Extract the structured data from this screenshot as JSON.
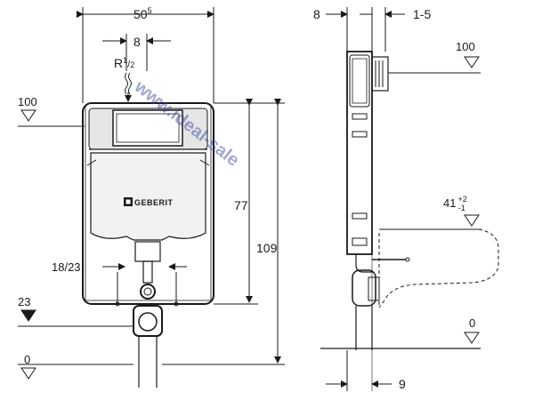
{
  "front_view": {
    "width_label": "50",
    "width_sup": "5",
    "pipe_width_label": "8",
    "water_inlet_label": "R",
    "water_inlet_fraction_num": "1",
    "water_inlet_fraction_den": "2",
    "height_inner_label": "77",
    "height_total_label": "109",
    "drain_label": "18/23",
    "level_top_label": "100",
    "level_drain_label": "23",
    "level_floor_label": "0",
    "brand_logo_text": "GEBERIT"
  },
  "side_view": {
    "depth_left_label": "8",
    "depth_adjust_label": "1-5",
    "level_top_label": "100",
    "bowl_height_label": "41",
    "bowl_tol_plus": "+2",
    "bowl_tol_minus": "-1",
    "level_floor_label": "0",
    "bottom_offset_label": "9"
  },
  "watermark": {
    "text": "www.ideal-sale"
  },
  "colors": {
    "line": "#1a1a1a",
    "frame_shadow": "#e6e6e6",
    "watermark": "#2f3d9a"
  }
}
